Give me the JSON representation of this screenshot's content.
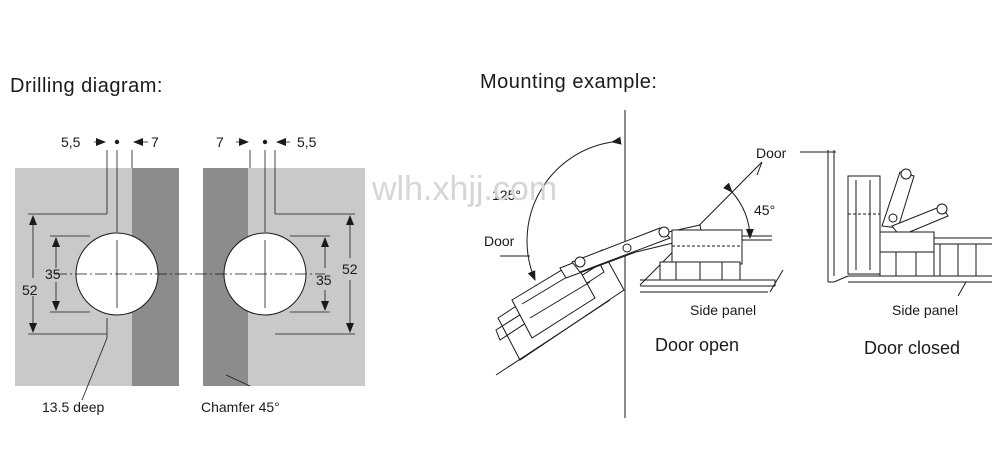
{
  "headings": {
    "drilling": "Drilling diagram:",
    "mounting": "Mounting example:"
  },
  "drilling": {
    "left_offset": "5,5",
    "left_edge": "7",
    "right_edge": "7",
    "right_offset": "5,5",
    "left_inner_dim": "35",
    "left_outer_dim": "52",
    "right_inner_dim": "35",
    "right_outer_dim": "52",
    "depth_note": "13.5 deep",
    "chamfer_note": "Chamfer 45°"
  },
  "mounting": {
    "angle_open": "125°",
    "door_left": "Door",
    "door_top": "Door",
    "angle_45": "45°",
    "side_panel_open": "Side panel",
    "side_panel_closed": "Side panel",
    "caption_open": "Door open",
    "caption_closed": "Door closed"
  },
  "watermark": "wlh.xhjj.com",
  "colors": {
    "panel_light": "#c9c9c9",
    "panel_dark": "#8c8c8c",
    "line": "#1a1a1a",
    "background": "#ffffff"
  }
}
